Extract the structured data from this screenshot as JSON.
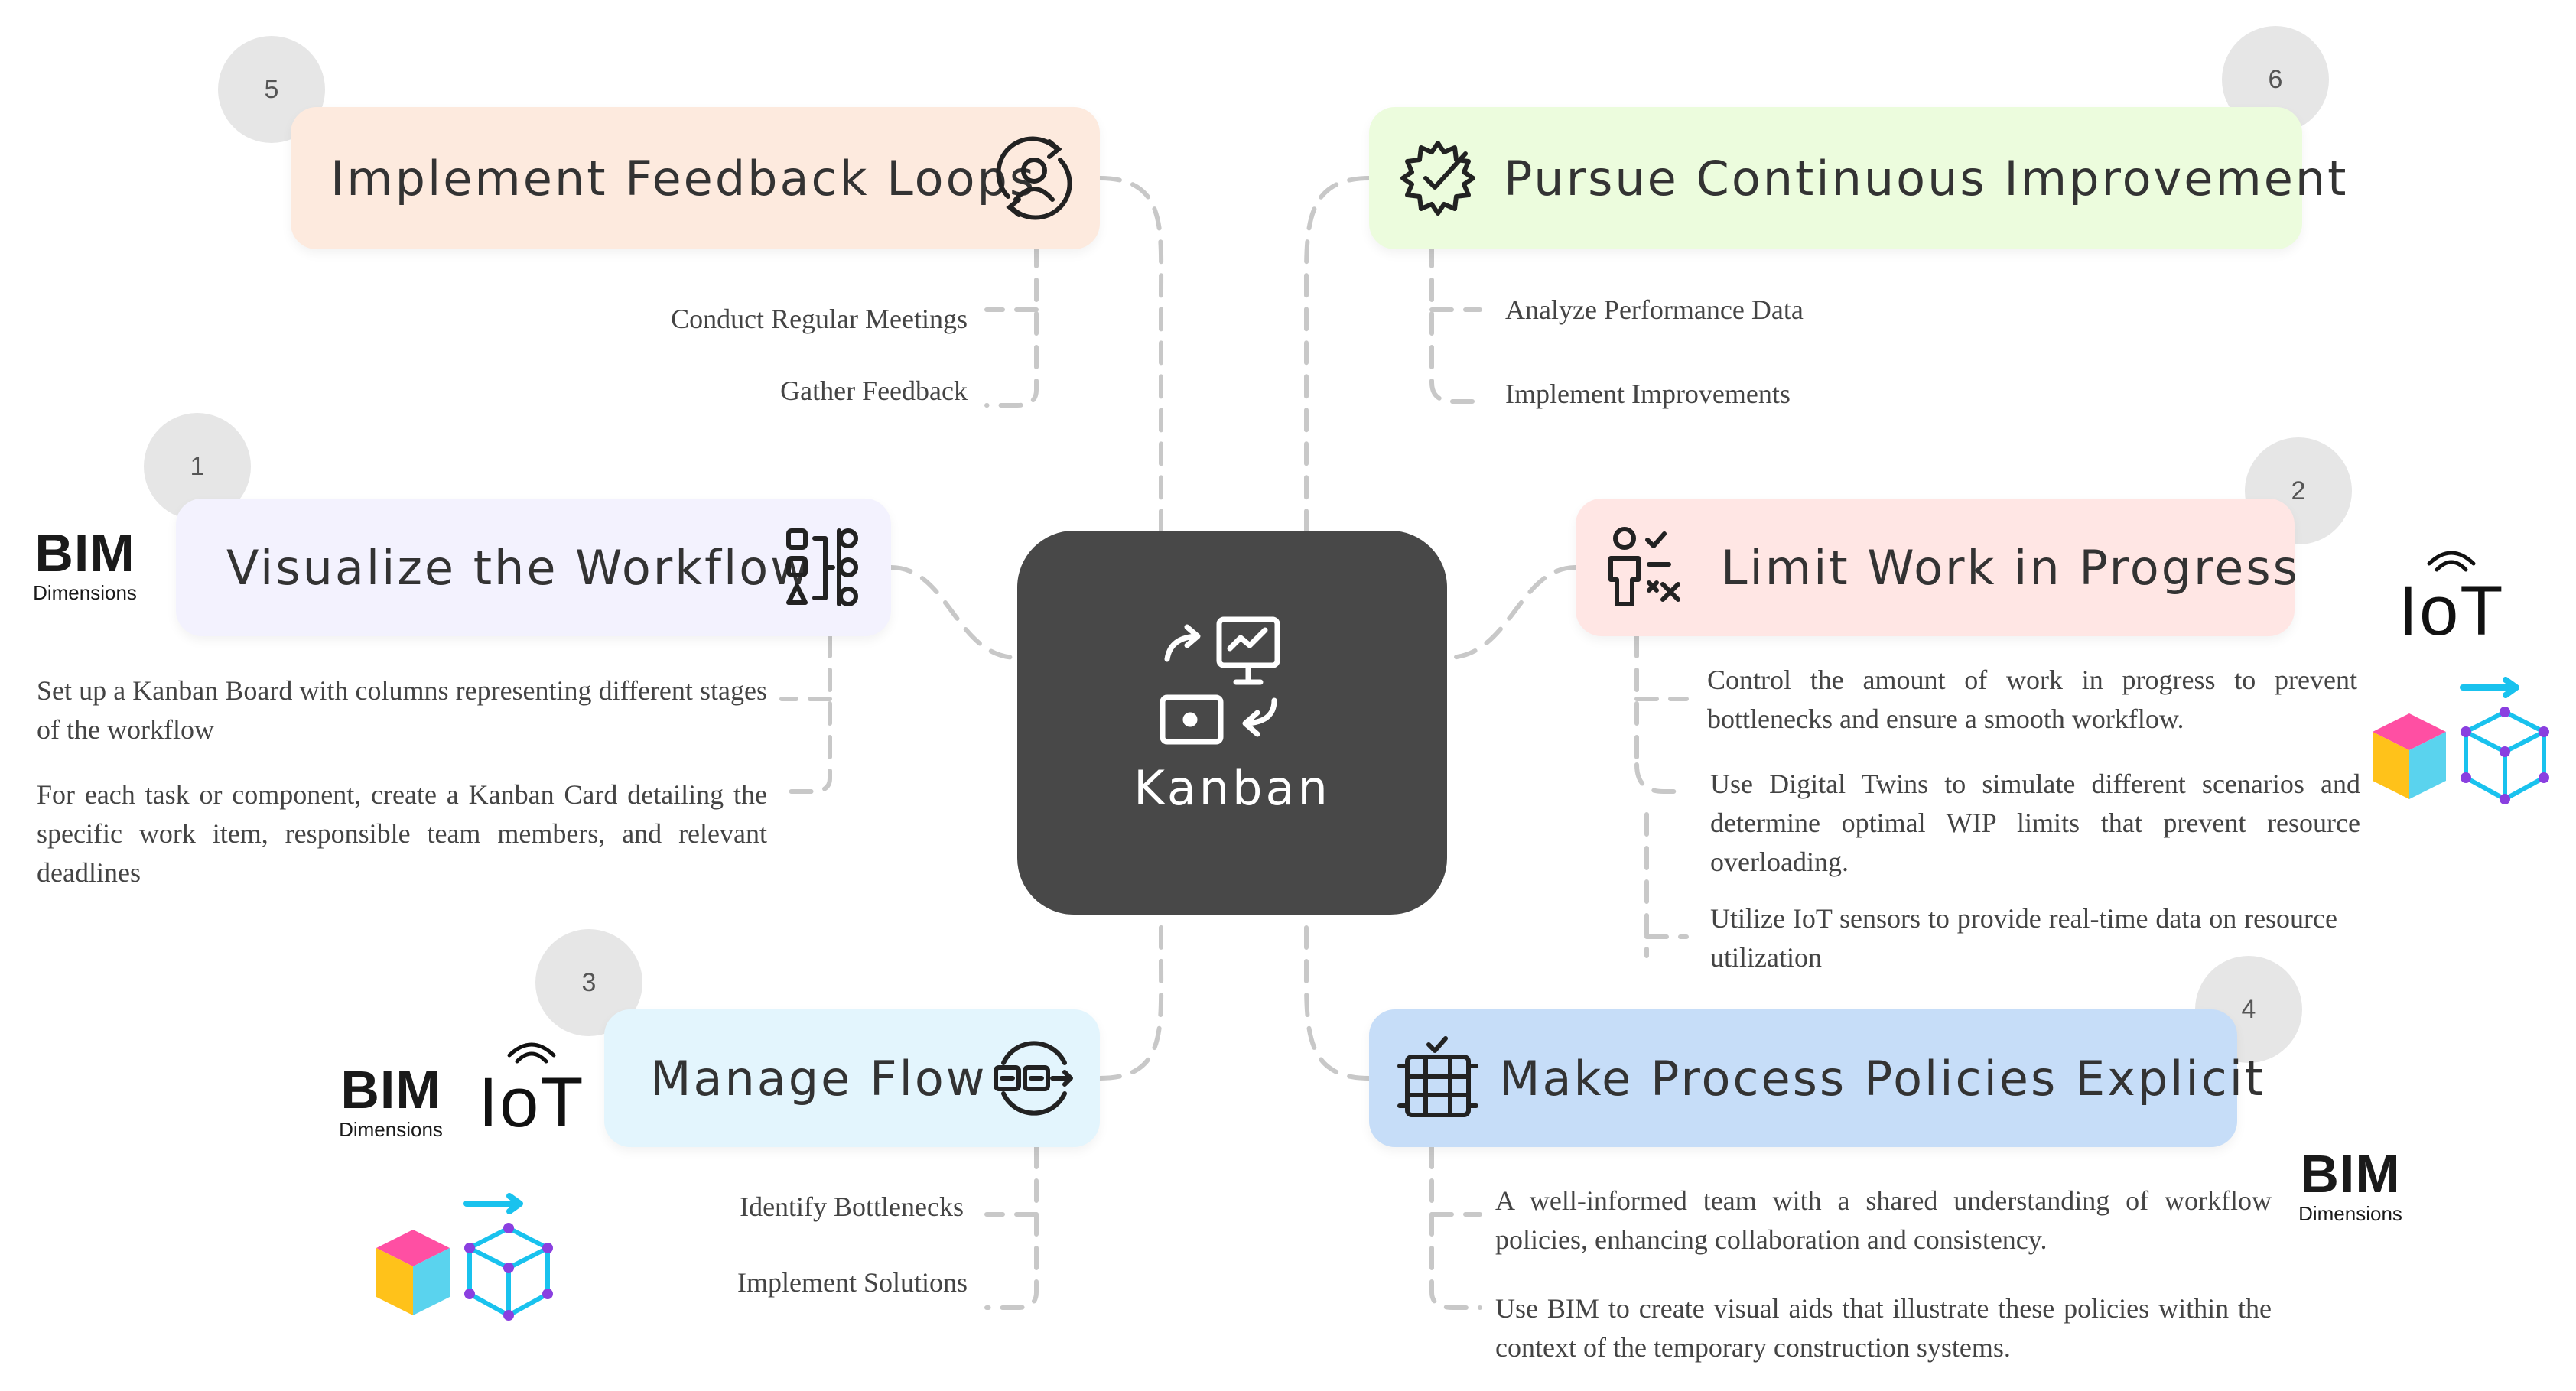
{
  "center": {
    "title": "Kanban"
  },
  "nodes": {
    "n1": {
      "number": "1",
      "title": "Visualize the Workflow",
      "items": [
        "Set up a Kanban Board with columns representing different stages of the workflow",
        "For each task or component, create a Kanban Card detailing the specific work item, responsible team members, and relevant deadlines"
      ]
    },
    "n2": {
      "number": "2",
      "title": "Limit Work in Progress",
      "items": [
        "Control the amount of work in progress to prevent bottlenecks and ensure a smooth workflow.",
        "Use Digital Twins to simulate different scenarios and determine optimal WIP limits that prevent resource overloading.",
        "Utilize IoT sensors to provide real-time data on resource utilization"
      ]
    },
    "n3": {
      "number": "3",
      "title": "Manage Flow",
      "items": [
        "Identify Bottlenecks",
        "Implement Solutions"
      ]
    },
    "n4": {
      "number": "4",
      "title": "Make Process Policies Explicit",
      "items": [
        "A well-informed team with a shared understanding of workflow policies, enhancing collaboration and consistency.",
        "Use BIM to create visual aids that illustrate these policies within the context of the temporary construction systems."
      ]
    },
    "n5": {
      "number": "5",
      "title": "Implement Feedback Loops",
      "items": [
        "Conduct Regular Meetings",
        "Gather Feedback"
      ]
    },
    "n6": {
      "number": "6",
      "title": "Pursue Continuous Improvement",
      "items": [
        "Analyze Performance Data",
        "Implement Improvements"
      ]
    }
  },
  "logos": {
    "bim_big": "BIM",
    "bim_small": "Dimensions",
    "iot": "IoT"
  },
  "colors": {
    "n1": "#f3f2fe",
    "n2": "#ffe6e4",
    "n3": "#e3f5fd",
    "n4": "#c6ddf8",
    "n5": "#fdeade",
    "n6": "#ecfcdd",
    "center": "#484848",
    "connector": "#c8c8c8",
    "badge": "#e6e6e6"
  },
  "icons": {
    "n1": "workflow-diagram-icon",
    "n2": "person-checklist-icon",
    "n3": "flow-loop-icon",
    "n4": "policy-document-icon",
    "n5": "user-feedback-cycle-icon",
    "n6": "gear-check-icon",
    "center": "kanban-board-icon",
    "cube": "digital-twin-cube-icon"
  }
}
